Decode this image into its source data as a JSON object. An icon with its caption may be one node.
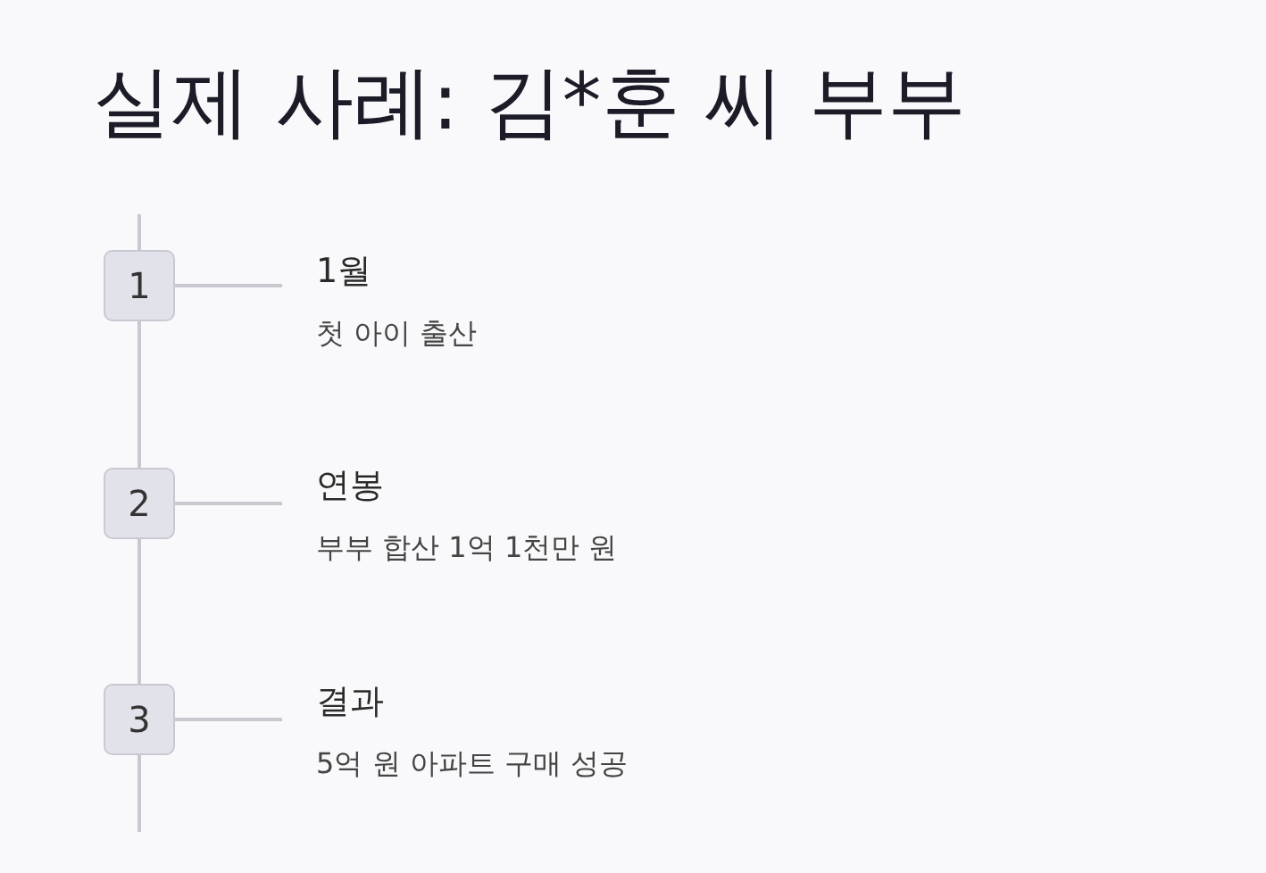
{
  "diagram": {
    "title": "실제 사례: 김*훈 씨 부부",
    "nodes": [
      {
        "text": [
          "1"
        ]
      },
      {
        "text": [
          "1월",
          "첫 아이 출산"
        ]
      },
      {
        "text": [
          "2"
        ]
      },
      {
        "text": [
          "연봉",
          "부부 합산 1억 1천만 원"
        ]
      },
      {
        "text": [
          "3"
        ]
      },
      {
        "text": [
          "결과",
          "5억 원 아파트 구매 성공"
        ]
      }
    ],
    "edges": [
      {
        "from": null,
        "to": 0,
        "arrow": "none"
      },
      {
        "from": 0,
        "to": 1,
        "arrow": "none"
      },
      {
        "from": 0,
        "to": 2,
        "arrow": "none"
      },
      {
        "from": 2,
        "to": 3,
        "arrow": "none"
      },
      {
        "from": 2,
        "to": 4,
        "arrow": "none"
      },
      {
        "from": 4,
        "to": 5,
        "arrow": "none"
      },
      {
        "from": 4,
        "to": null,
        "arrow": "none"
      }
    ]
  }
}
